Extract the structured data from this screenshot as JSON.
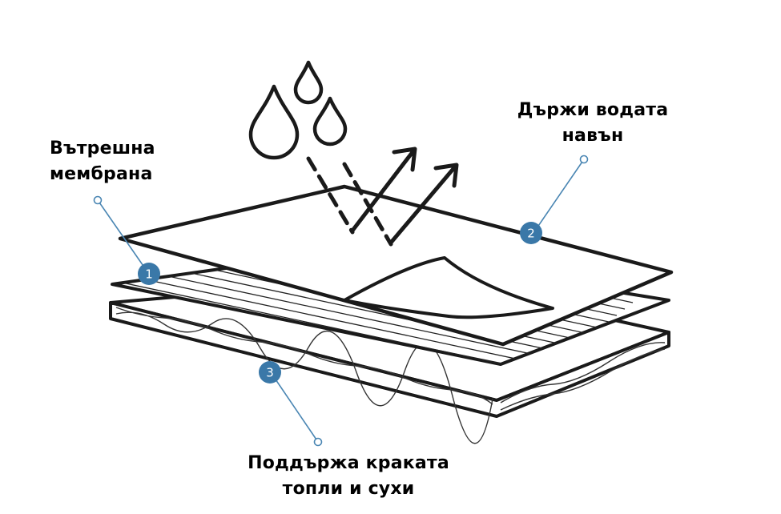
{
  "callouts": [
    {
      "number": "1",
      "lines": [
        "Вътрешна",
        "мембрана"
      ]
    },
    {
      "number": "2",
      "lines": [
        "Държи водата",
        "навън"
      ]
    },
    {
      "number": "3",
      "lines": [
        "Поддържа краката",
        "топли и сухи"
      ]
    }
  ],
  "colors": {
    "badge": "#3a78a8",
    "line": "#1a1a1a",
    "leader": "#4a86b3"
  },
  "icons": [
    "water-drop-icon",
    "water-drop-icon",
    "water-drop-icon",
    "dashed-arrow-down-icon",
    "arrow-up-right-icon"
  ]
}
